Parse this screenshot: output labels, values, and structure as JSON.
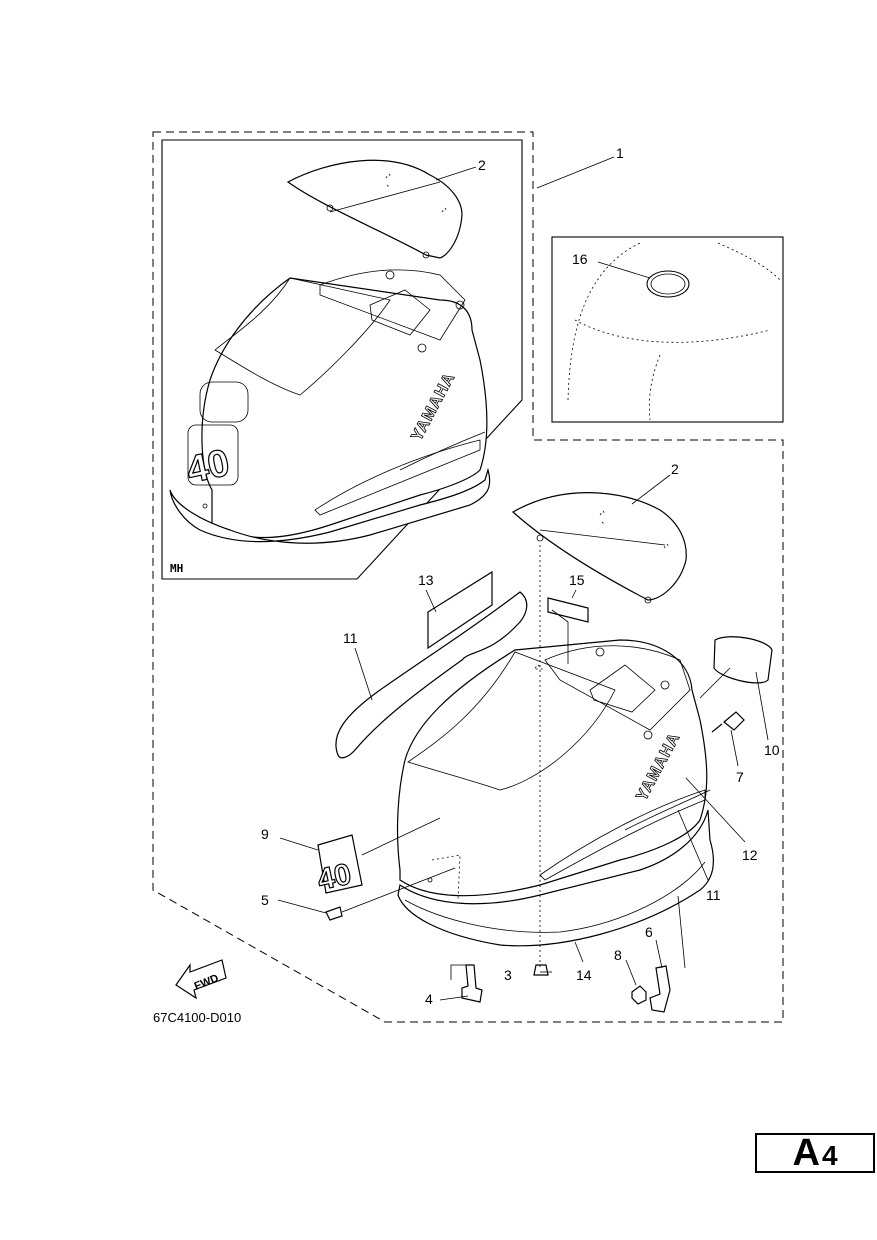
{
  "diagram_code": "67C4100-D010",
  "page_badge": {
    "letter": "A",
    "number": "4"
  },
  "inset_mh_label": "MH",
  "fwd_label": "FWD",
  "brand_text": "YAMAHA",
  "model_badge_text": "40",
  "callouts": {
    "c1": "1",
    "c2_mh": "2",
    "c2": "2",
    "c3": "3",
    "c4": "4",
    "c5": "5",
    "c6": "6",
    "c7": "7",
    "c8": "8",
    "c9": "9",
    "c10": "10",
    "c11_left": "11",
    "c11_right": "11",
    "c12": "12",
    "c13": "13",
    "c14": "14",
    "c15": "15",
    "c16": "16"
  }
}
